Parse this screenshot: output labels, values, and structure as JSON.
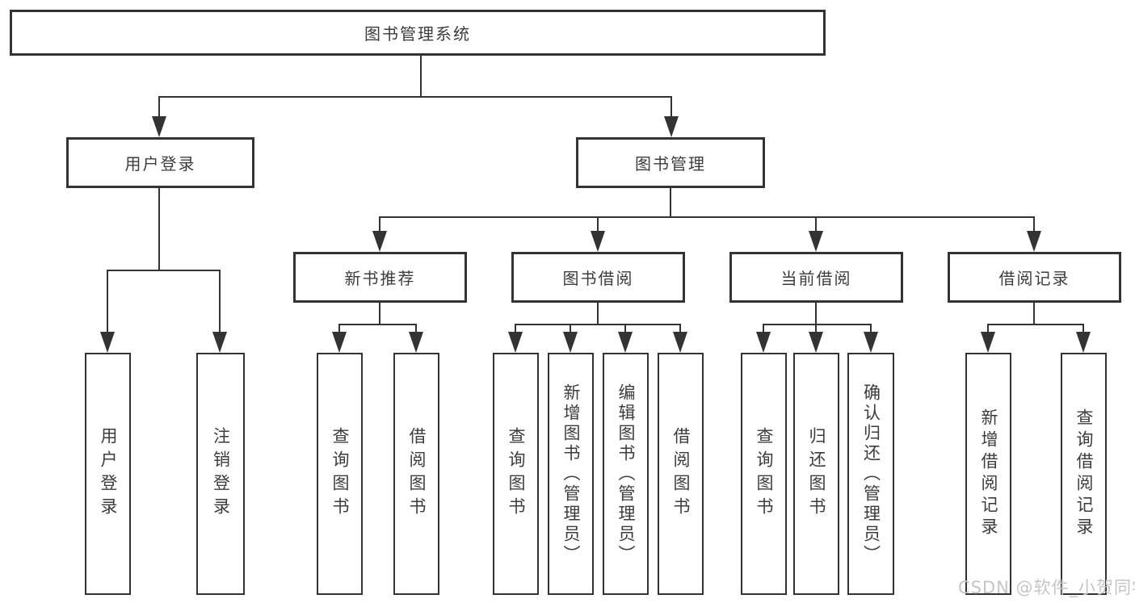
{
  "nodes": {
    "root": "图书管理系统",
    "user_login": "用户登录",
    "book_mgmt": "图书管理",
    "login_children": [
      "用户登录",
      "注销登录"
    ],
    "l3": [
      "新书推荐",
      "图书借阅",
      "当前借阅",
      "借阅记录"
    ],
    "new_book_children": [
      "查询图书",
      "借阅图书"
    ],
    "borrow_children": [
      "查询图书",
      "新增图书（管理员）",
      "编辑图书（管理员）",
      "借阅图书"
    ],
    "current_children": [
      "查询图书",
      "归还图书",
      "确认归还（管理员）"
    ],
    "record_children": [
      "新增借阅记录",
      "查询借阅记录"
    ]
  },
  "watermark": "CSDN @软件_小贺同学",
  "colors": {
    "line": "#333333",
    "text": "#3c3c3c",
    "watermark": "#c5c5c5",
    "background": "#ffffff"
  }
}
